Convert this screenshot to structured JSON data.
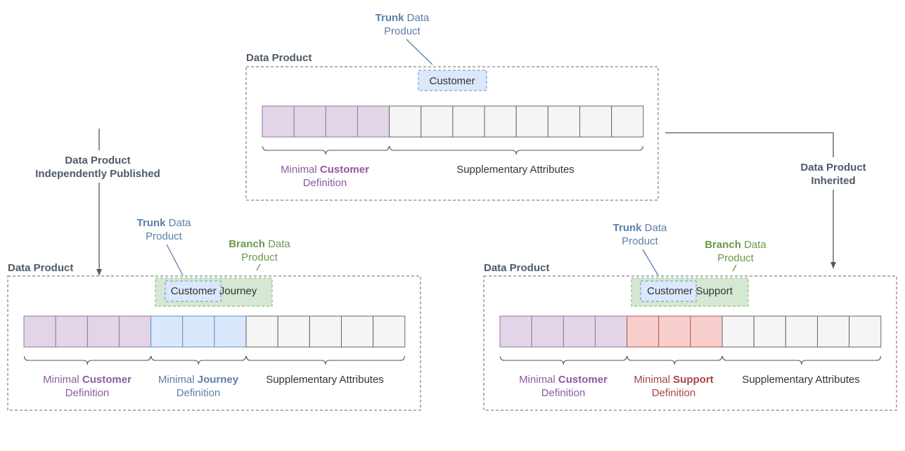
{
  "colors": {
    "purple_fill": "#e1d5e7",
    "purple_stroke": "#9673a6",
    "purple_text": "#8e5a9e",
    "blue_fill": "#dae8fc",
    "blue_stroke": "#6c8ebf",
    "blue_text": "#5b7fa8",
    "red_fill": "#f8cecc",
    "red_stroke": "#b85450",
    "red_text": "#a84343",
    "grey_fill": "#f5f5f5",
    "grey_stroke": "#666666",
    "text": "#333333",
    "green_fill": "#d5e8d4",
    "green_stroke": "#82b366",
    "green_text": "#6a9a4a"
  },
  "labels": {
    "data_product": "Data Product",
    "trunk": "Trunk",
    "branch": "Branch",
    "data": "Data",
    "product": "Product",
    "minimal": "Minimal",
    "definition": "Definition",
    "customer_word": "Customer",
    "journey_word": "Journey",
    "support_word": "Support",
    "supplementary": "Supplementary Attributes",
    "customer_entity": "Customer",
    "customer_journey_rest": "Journey",
    "customer_support_rest": "Support",
    "independent_line1": "Data Product",
    "independent_line2": "Independently Published",
    "inherited_line1": "Data Product",
    "inherited_line2": "Inherited"
  },
  "products": [
    {
      "name": "customer",
      "segments": [
        {
          "kind": "purple",
          "cells": 4
        },
        {
          "kind": "grey",
          "cells": 8
        }
      ]
    },
    {
      "name": "customer-journey",
      "segments": [
        {
          "kind": "purple",
          "cells": 4
        },
        {
          "kind": "blue",
          "cells": 3
        },
        {
          "kind": "grey",
          "cells": 5
        }
      ]
    },
    {
      "name": "customer-support",
      "segments": [
        {
          "kind": "purple",
          "cells": 4
        },
        {
          "kind": "red",
          "cells": 3
        },
        {
          "kind": "grey",
          "cells": 5
        }
      ]
    }
  ]
}
